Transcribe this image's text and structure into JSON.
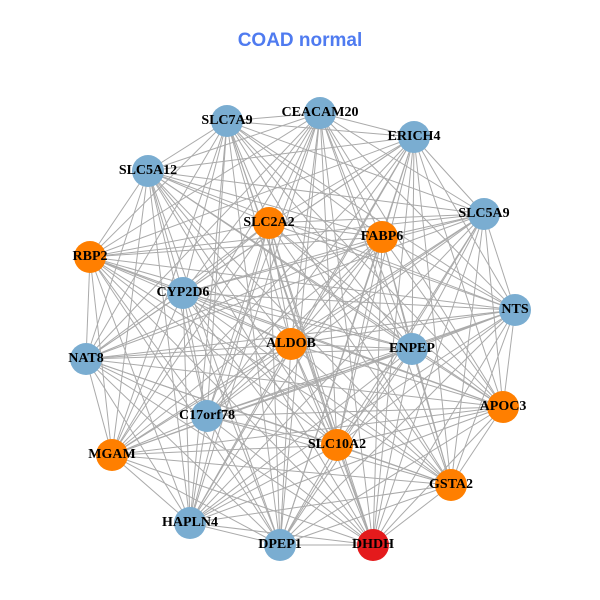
{
  "title": "COAD normal",
  "colors": {
    "blue": "#7AADD1",
    "orange": "#FF7F00",
    "red": "#E41A1C",
    "edge": "#AAAAAA",
    "title": "#4F7BF0"
  },
  "graph": {
    "edges": "complete",
    "nodes": [
      {
        "id": "SLC7A9",
        "group": "blue"
      },
      {
        "id": "CEACAM20",
        "group": "blue"
      },
      {
        "id": "ERICH4",
        "group": "blue"
      },
      {
        "id": "SLC5A12",
        "group": "blue"
      },
      {
        "id": "SLC5A9",
        "group": "blue"
      },
      {
        "id": "SLC2A2",
        "group": "orange"
      },
      {
        "id": "FABP6",
        "group": "orange"
      },
      {
        "id": "RBP2",
        "group": "orange"
      },
      {
        "id": "CYP2D6",
        "group": "blue"
      },
      {
        "id": "NTS",
        "group": "blue"
      },
      {
        "id": "NAT8",
        "group": "blue"
      },
      {
        "id": "ALDOB",
        "group": "orange"
      },
      {
        "id": "ENPEP",
        "group": "blue"
      },
      {
        "id": "APOC3",
        "group": "orange"
      },
      {
        "id": "C17orf78",
        "group": "blue"
      },
      {
        "id": "SLC10A2",
        "group": "orange"
      },
      {
        "id": "MGAM",
        "group": "orange"
      },
      {
        "id": "GSTA2",
        "group": "orange"
      },
      {
        "id": "HAPLN4",
        "group": "blue"
      },
      {
        "id": "DPEP1",
        "group": "blue"
      },
      {
        "id": "DHDH",
        "group": "red"
      }
    ]
  }
}
